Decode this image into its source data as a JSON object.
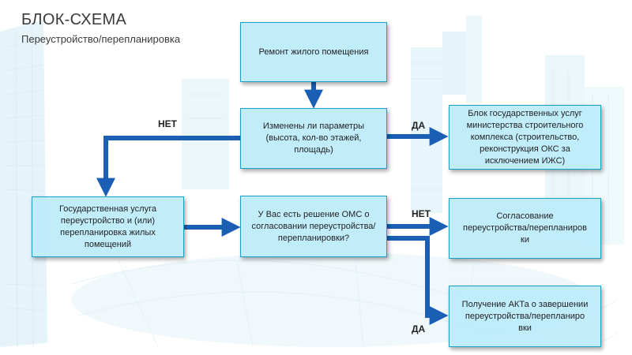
{
  "header": {
    "title": "БЛОК-СХЕМА",
    "subtitle": "Переустройство/перепланировка"
  },
  "nodes": {
    "repair": {
      "lines": [
        "Ремонт жилого помещения"
      ]
    },
    "params_changed": {
      "lines": [
        "Изменены ли параметры",
        "(высота, кол-во этажей,",
        "площадь)"
      ]
    },
    "ministry_block": {
      "lines": [
        "Блок государственных услуг",
        "министерства строительного",
        "комплекса (строительство,",
        "реконструкция ОКС за",
        "исключением ИЖС)"
      ]
    },
    "gov_service": {
      "lines": [
        "Государственная услуга",
        "переустройство и (или)",
        "перепланировка жилых",
        "помещений"
      ]
    },
    "oms_decision": {
      "lines": [
        "У Вас есть решение ОМС о",
        "согласовании переустройства/",
        "перепланировки?"
      ]
    },
    "approval": {
      "lines": [
        "Согласование",
        "переустройства/перепланиров",
        "ки"
      ]
    },
    "act": {
      "lines": [
        "Получение АКТа о завершении",
        "переустройства/перепланиро",
        "вки"
      ]
    }
  },
  "edges": {
    "no_label": "НЕТ",
    "yes_label": "ДА"
  },
  "colors": {
    "box_fill": "#bcecfb",
    "box_border": "#16a0c8",
    "arrow": "#1b5fb5",
    "text": "#222222"
  }
}
